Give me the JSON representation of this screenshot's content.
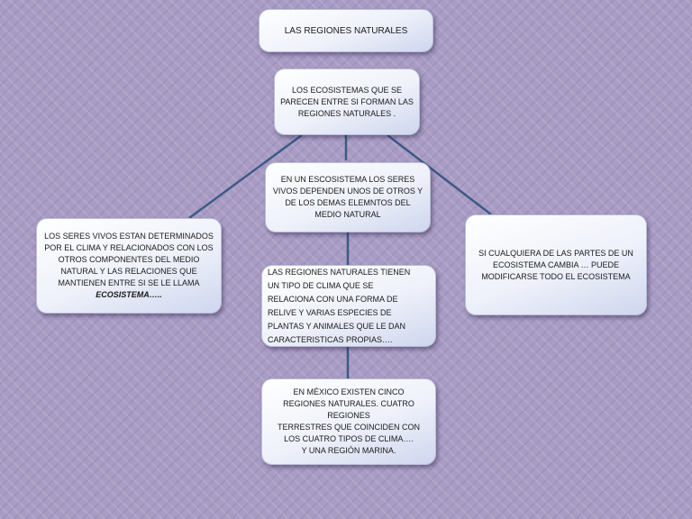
{
  "title": "LAS REGIONES NATURALES",
  "nodes": {
    "ecosistemas": "LOS ECOSISTEMAS QUE SE\nPARECEN ENTRE SI FORMAN LAS\nREGIONES NATURALES .",
    "dependen": "EN UN ESCOSISTEMA  LOS SERES\nVIVOS DEPENDEN UNOS DE OTROS Y\nDE LOS DEMAS ELEMNTOS DEL\nMEDIO NATURAL",
    "seres_vivos": "LOS SERES VIVOS ESTAN DETERMINADOS\nPOR EL CLIMA Y RELACIONADOS CON LOS\nOTROS COMPONENTES DEL MEDIO\nNATURAL Y LAS RELACIONES QUE\nMANTIENEN ENTRE SI SE LE LLAMA",
    "seres_vivos_emphasis": "ECOSISTEMA…..",
    "cambia": "SI CUALQUIERA DE LAS PARTES DE UN\nECOSISTEMA CAMBIA … PUEDE\nMODIFICARSE TODO EL ECOSISTEMA",
    "regiones_clima": "LAS REGIONES NATURALES TIENEN\nUN TIPO DE CLIMA QUE SE\nRELACIONA CON UNA FORMA DE\nRELIVE Y VARIAS ESPECIES DE\nPLANTAS Y ANIMALES QUE LE DAN\nCARACTERISTICAS PROPIAS….",
    "mexico": "EN MÉXICO EXISTEN CINCO\nREGIONES NATURALES. CUATRO\nREGIONES\nTERRESTRES QUE COINCIDEN CON\nLOS CUATRO TIPOS DE CLIMA….\nY UNA REGIÓN MARINA."
  },
  "colors": {
    "connector": "#3b5a86",
    "background": "#a99cc4"
  }
}
